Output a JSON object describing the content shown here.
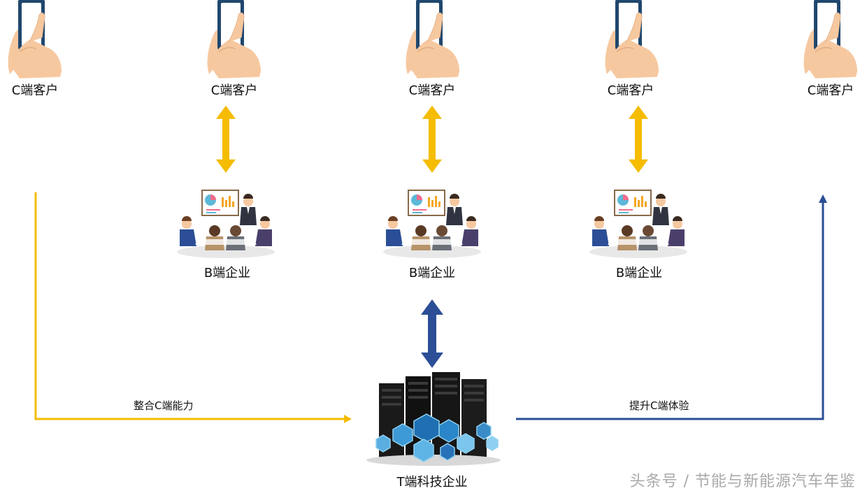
{
  "nodes": {
    "c_clients": [
      "C端客户",
      "C端客户",
      "C端客户",
      "C端客户",
      "C端客户"
    ],
    "b_enterprises": [
      "B端企业",
      "B端企业",
      "B端企业"
    ],
    "t_enterprise": "T端科技企业"
  },
  "flows": {
    "left": "整合C端能力",
    "right": "提升C端体验"
  },
  "watermark": "头条号 / 节能与新能源汽车年鉴",
  "colors": {
    "yellow": "#F5BC00",
    "blue": "#2B4E96",
    "skin": "#F6C8A0",
    "phone": "#20476E"
  },
  "icons": [
    "phone-hand-icon",
    "meeting-group-icon",
    "server-cluster-icon"
  ]
}
